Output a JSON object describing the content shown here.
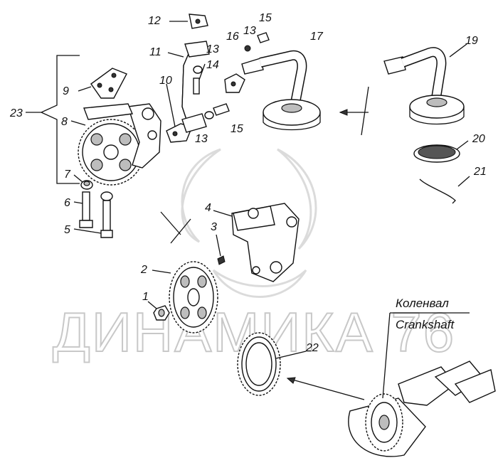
{
  "callouts": [
    "1",
    "2",
    "3",
    "4",
    "5",
    "6",
    "7",
    "8",
    "9",
    "10",
    "11",
    "12",
    "13",
    "13",
    "13",
    "14",
    "15",
    "15",
    "16",
    "17",
    "19",
    "20",
    "21",
    "22",
    "23"
  ],
  "crankshaft": {
    "label_ru": "Коленвал",
    "label_en": "Crankshaft"
  },
  "watermark": "ДИНАМИКА 76"
}
